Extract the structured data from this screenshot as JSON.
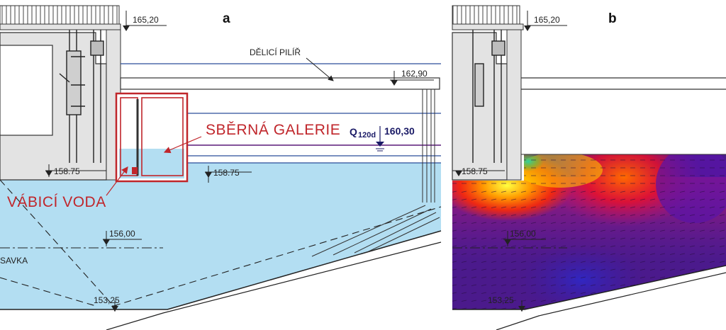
{
  "panel_a": {
    "letter": "a",
    "elev_top": "165,20",
    "elev_pier": "162,90",
    "elev_left": "158.75",
    "elev_right": "158.75",
    "elev_mid": "156,00",
    "elev_bottom": "153,25",
    "label_pier": "DĚLICÍ PILÍŘ",
    "label_gallery": "SBĚRNÁ GALERIE",
    "label_attract": "VÁBICÍ VODA",
    "label_savka": "SAVKA",
    "q_label": "Q",
    "q_sub": "120d",
    "q_value": "160,30"
  },
  "panel_b": {
    "letter": "b",
    "elev_top": "165,20",
    "elev_left": "158.75",
    "elev_mid": "156,00",
    "elev_bottom": "153,25"
  },
  "colors": {
    "water": "#b3def2",
    "wall": "#e3e3e3",
    "gallery_red": "#c0262b",
    "level_blue": "#2a4d9a",
    "field_low": "#4b1a8c",
    "field_high": "#ff2a00"
  }
}
